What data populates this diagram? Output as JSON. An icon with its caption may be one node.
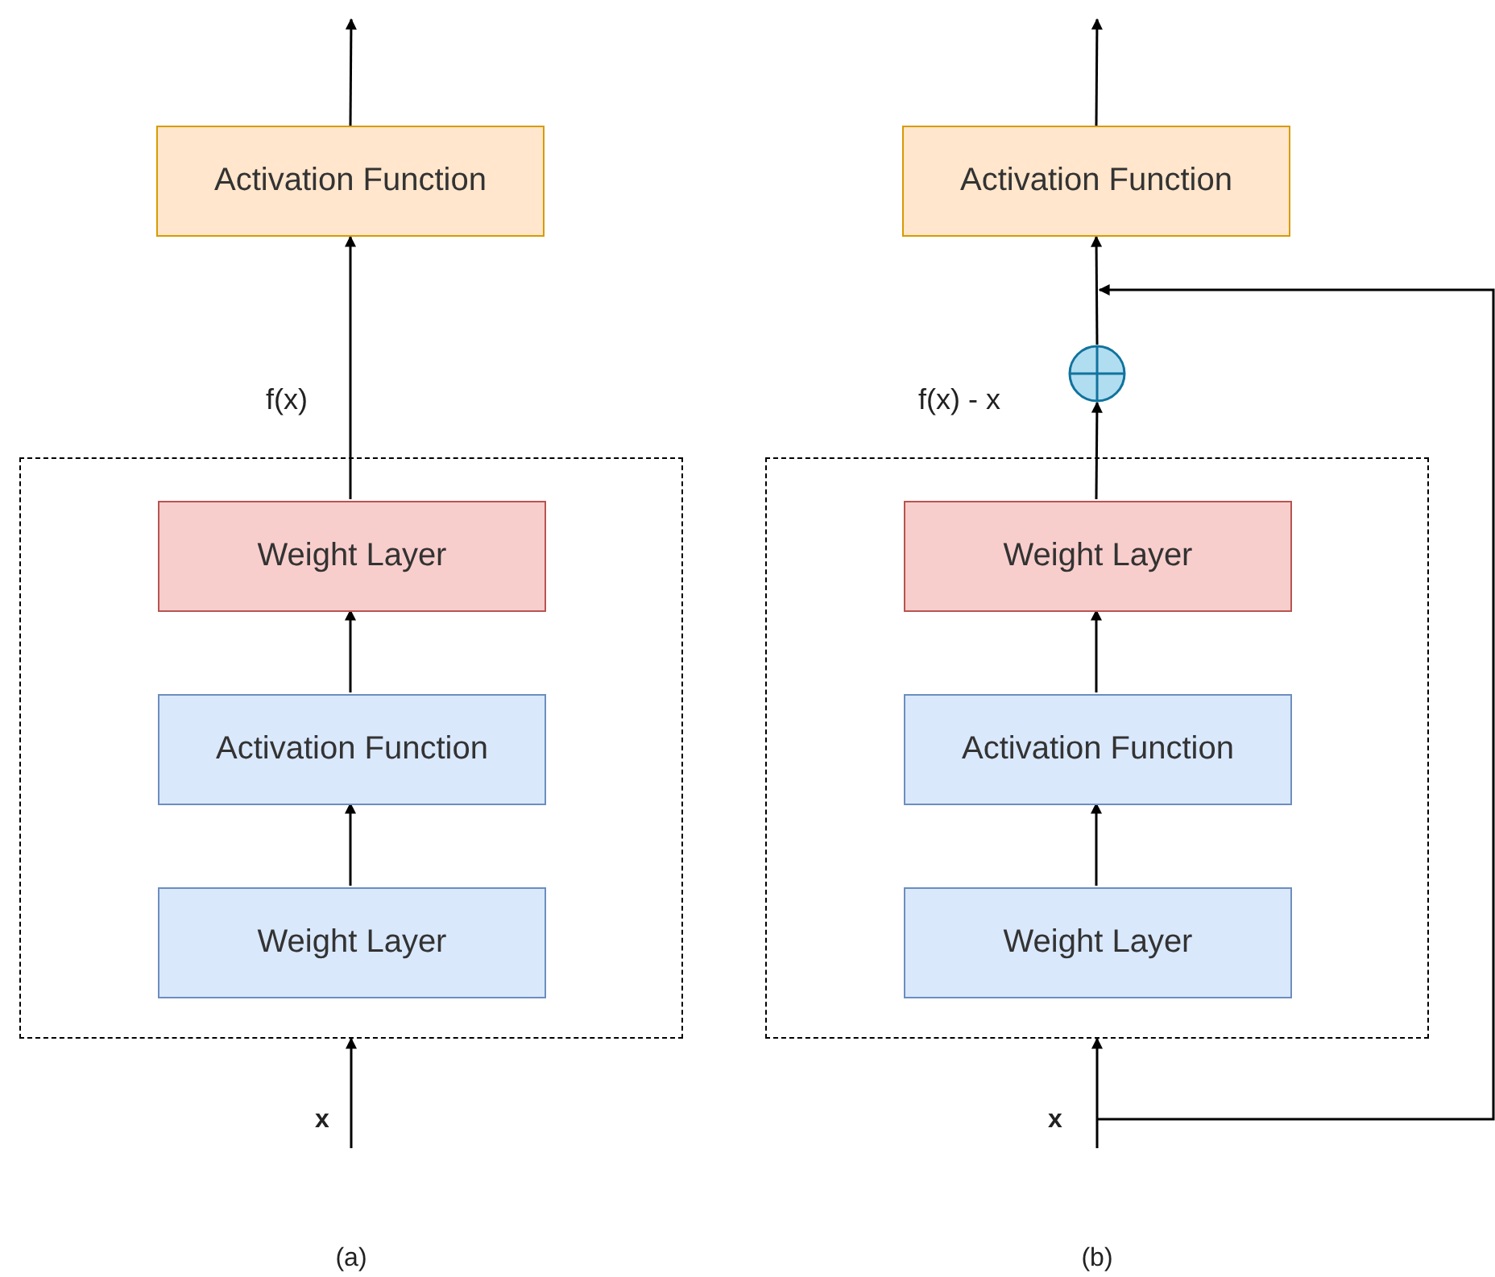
{
  "diagram": {
    "nodes": [
      {
        "text": [],
        "shape": "box"
      },
      {
        "text": [
          "Weight Layer"
        ],
        "in": 0
      },
      {
        "text": [
          "Activation Function"
        ],
        "in": 0
      },
      {
        "text": [
          "Weight Layer"
        ],
        "in": 0
      },
      {
        "text": [
          "Activation Function"
        ]
      },
      {
        "text": [],
        "shape": "box"
      },
      {
        "text": [
          "Weight Layer"
        ],
        "in": 5
      },
      {
        "text": [
          "Activation Function"
        ],
        "in": 5
      },
      {
        "text": [
          "Weight Layer"
        ],
        "in": 5
      },
      {
        "text": [],
        "shape": "circle"
      },
      {
        "text": [
          "Activation Function"
        ]
      }
    ],
    "edges": [
      {
        "from": null,
        "to": 0,
        "arrow": "to"
      },
      {
        "from": 3,
        "to": 2,
        "arrow": "to"
      },
      {
        "from": 2,
        "to": 1,
        "arrow": "to"
      },
      {
        "from": 1,
        "to": 4,
        "arrow": "to",
        "label": "f(x)"
      },
      {
        "from": 4,
        "to": null,
        "arrow": "to"
      },
      {
        "from": null,
        "to": 5,
        "arrow": "to"
      },
      {
        "from": 8,
        "to": 7,
        "arrow": "to"
      },
      {
        "from": 7,
        "to": 6,
        "arrow": "to"
      },
      {
        "from": 6,
        "to": 9,
        "arrow": "to",
        "label": "f(x) - x"
      },
      {
        "from": 9,
        "to": 10,
        "arrow": "to"
      },
      {
        "from": 10,
        "to": null,
        "arrow": "to"
      },
      {
        "from": null,
        "to": 10,
        "arrow": "to"
      }
    ],
    "labels": [
      "x",
      "x",
      "(a)",
      "(b)"
    ]
  }
}
